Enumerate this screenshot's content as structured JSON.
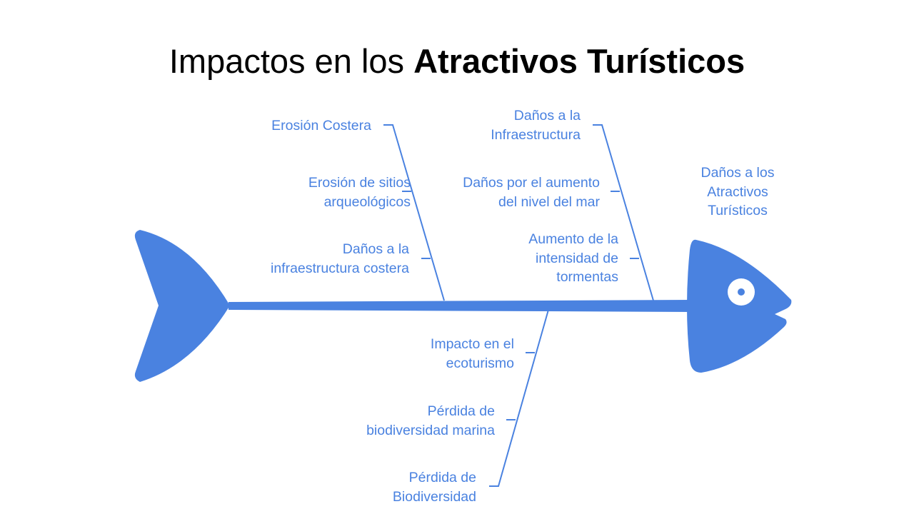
{
  "title": {
    "normal": "Impactos en los ",
    "bold": "Atractivos Turísticos"
  },
  "colors": {
    "accent": "#4a82e0"
  },
  "head": {
    "lines": [
      "Daños a los",
      "Atractivos",
      "Turísticos"
    ]
  },
  "bones": [
    {
      "name": "upper-left",
      "causes": [
        {
          "lines": [
            "Erosión Costera"
          ]
        },
        {
          "lines": [
            "Erosión de sitios",
            "arqueológicos"
          ]
        },
        {
          "lines": [
            "Daños a la",
            "infraestructura costera"
          ]
        }
      ]
    },
    {
      "name": "upper-right",
      "causes": [
        {
          "lines": [
            "Daños a la",
            "Infraestructura"
          ]
        },
        {
          "lines": [
            "Daños por el aumento",
            "del nivel del mar"
          ]
        },
        {
          "lines": [
            "Aumento de la",
            "intensidad de",
            "tormentas"
          ]
        }
      ]
    },
    {
      "name": "lower",
      "causes": [
        {
          "lines": [
            "Impacto en el",
            "ecoturismo"
          ]
        },
        {
          "lines": [
            "Pérdida de",
            "biodiversidad marina"
          ]
        },
        {
          "lines": [
            "Pérdida de",
            "Biodiversidad"
          ]
        }
      ]
    }
  ]
}
